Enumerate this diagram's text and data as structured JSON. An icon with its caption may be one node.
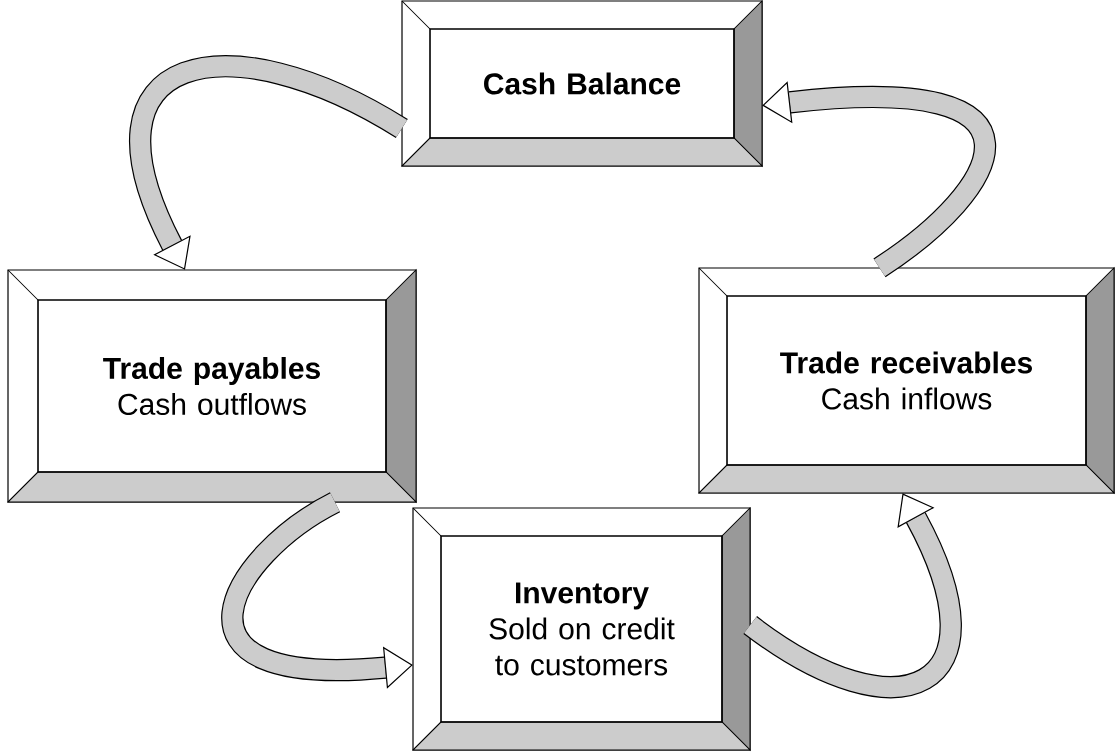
{
  "diagram": {
    "nodes": [
      {
        "text": [
          "Cash Balance"
        ]
      },
      {
        "text": [
          "Trade payables",
          "Cash outflows"
        ]
      },
      {
        "text": [
          "Trade receivables",
          "Cash inflows"
        ]
      },
      {
        "text": [
          "Inventory",
          "Sold on credit to customers"
        ]
      }
    ],
    "edges": [
      {
        "from": 0,
        "to": 1,
        "arrow": "to"
      },
      {
        "from": 1,
        "to": 3,
        "arrow": "to"
      },
      {
        "from": 3,
        "to": 2,
        "arrow": "to"
      },
      {
        "from": 2,
        "to": 0,
        "arrow": "to"
      }
    ]
  }
}
